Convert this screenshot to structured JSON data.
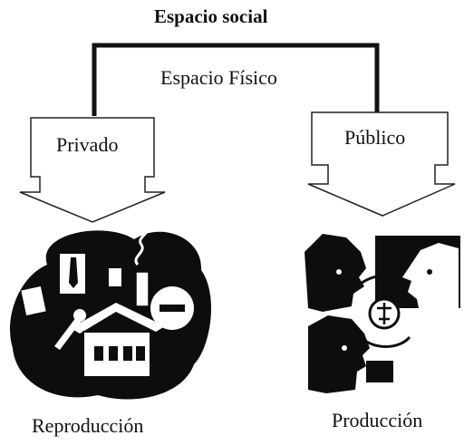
{
  "title": "Espacio social",
  "subtitle": "Espacio Físico",
  "branches": [
    {
      "label": "Privado",
      "result": "Reproducción",
      "image": "household-clipart"
    },
    {
      "label": "Público",
      "result": "Producción",
      "image": "people-exchange-clipart"
    }
  ]
}
